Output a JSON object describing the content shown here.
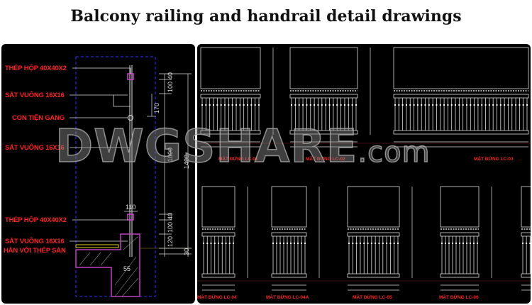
{
  "title": "Balcony railing and handrail detail drawings",
  "watermark": {
    "main": "DWGSHARE",
    "suffix": ".com"
  },
  "section_labels": [
    "THÉP HỘP 40X40X2",
    "SẮT VUÔNG 16X16",
    "CON TIỆN GANG",
    "SẮT VUÔNG 16X16",
    "THÉP HỘP 40X40X2",
    "SẮT VUÔNG 16X16",
    "HÀN VỚI THÉP SÀN"
  ],
  "dimensions": {
    "d100": "100",
    "d40": "40",
    "d170": "170",
    "d1000": "1000",
    "d1400": "1400",
    "d110": "110",
    "d40b": "40",
    "d100b": "100",
    "d120": "120",
    "d30": "30",
    "d55": "55"
  },
  "elevations": [
    {
      "label": "MẶT ĐỨNG LC-01"
    },
    {
      "label": "MẶT ĐỨNG LC-02"
    },
    {
      "label": "MẶT ĐỨNG LC-03"
    },
    {
      "label": "MẶT ĐỨNG LC-04"
    },
    {
      "label": "MẶT ĐỨNG LC-04A"
    },
    {
      "label": "MẶT ĐỨNG LC-05"
    },
    {
      "label": "MẶT ĐỨNG LC-06"
    }
  ],
  "colors": {
    "label": "#ff2020",
    "frame": "#3030ff",
    "profile": "#c040c0",
    "line": "#e0e0e0"
  }
}
